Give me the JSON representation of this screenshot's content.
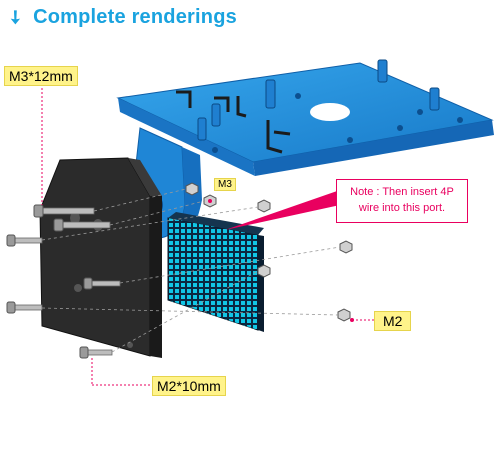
{
  "header": {
    "title": "Complete renderings"
  },
  "labels": {
    "m3x12": "M3*12mm",
    "m3": "M3",
    "m2": "M2",
    "m2x10": "M2*10mm"
  },
  "note": {
    "line1": "Note :  Then insert 4P",
    "line2": "wire into this port."
  },
  "colors": {
    "accent": "#1aa3df",
    "bracket": "#1e8fd8",
    "panel": "#2a2a2a",
    "led": "#11c6e6",
    "callout": "#e9005f",
    "label_bg": "#fff38a"
  }
}
